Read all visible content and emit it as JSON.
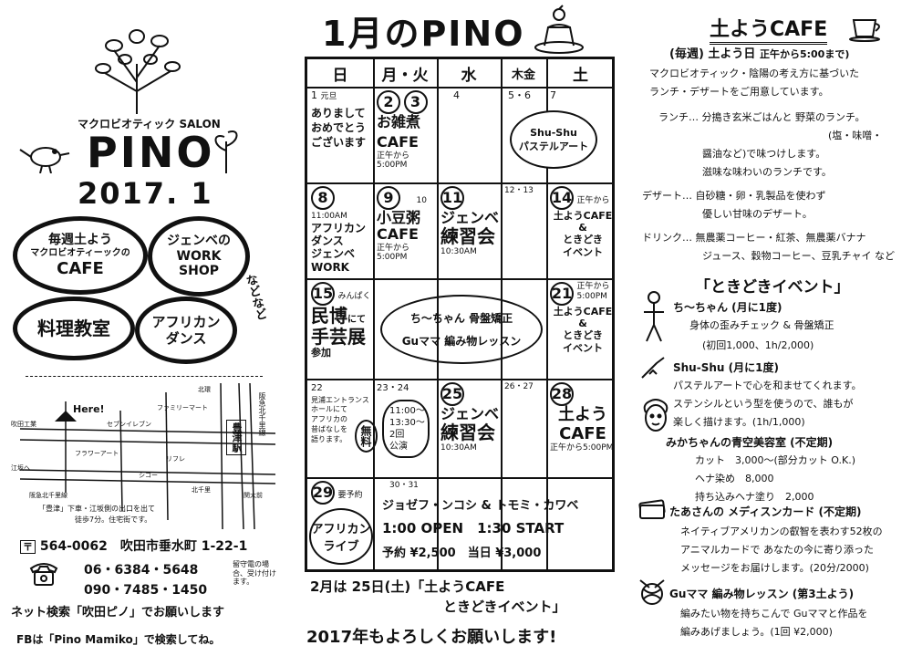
{
  "left": {
    "salon_label": "マクロビオティック SALON",
    "brand": "PINO",
    "year_month": "2017. 1",
    "bubbles": {
      "cafe": [
        "毎週土よう",
        "マクロビオティーックの",
        "CAFE"
      ],
      "djembe": [
        "ジェンベの",
        "WORK",
        "SHOP"
      ],
      "cooking": [
        "料理教室"
      ],
      "africa": [
        "アフリカン",
        "ダンス"
      ],
      "etc": "などなど"
    },
    "map": {
      "here": "Here!",
      "labels": [
        "セブンイレブン",
        "ファミリーマート",
        "北環",
        "吹田工業",
        "フラワーアート",
        "リフレ",
        "シコー",
        "北千里",
        "阪急北千里線",
        "豊津駅",
        "江坂へ",
        "阪急北千里線",
        "関大前"
      ],
      "station_note": "「豊津」下車・江坂側の出口を出て",
      "station_note2": "徒歩7分。住宅街です。"
    },
    "address": "564-0062　吹田市垂水町 1-22-1",
    "phone1": "06・6384・5648",
    "phone2": "090・7485・1450",
    "phone_note": "留守電の場合、受け付けます。",
    "net_search": "ネット検索「吹田ピノ」でお願いします",
    "fb": "FBは「Pino Mamiko」で検索してね。"
  },
  "mid": {
    "title": "1月のPINO",
    "days": [
      "日",
      "月・火",
      "水",
      "木金",
      "土"
    ],
    "cells": {
      "c1_num": "1",
      "c1_note": "元旦",
      "c1_text": [
        "ありまして",
        "おめでとう",
        "ございます"
      ],
      "c2_nums": [
        "2",
        "3"
      ],
      "c2_text": [
        "お雑煮",
        "CAFE"
      ],
      "c2_time": "正午から5:00PM",
      "c4_num": "4",
      "c5_num": "5・6",
      "c7_num": "7",
      "shushu": [
        "Shu-Shu",
        "パステルアート"
      ],
      "c8_num": "8",
      "c8_time": "11:00AM",
      "c8_text": [
        "アフリカン",
        "ダンス",
        "ジェンベ",
        "WORK"
      ],
      "c9_num": "9",
      "c10_num": "10",
      "c9_text": [
        "小豆粥",
        "CAFE"
      ],
      "c9_time": "正午から5:00PM",
      "c11_num": "11",
      "c11_text": [
        "ジェンベ",
        "練習会"
      ],
      "c11_time": "10:30AM",
      "c12_num": "12・13",
      "c14_num": "14",
      "c14_note": "正午から",
      "c14_text": [
        "土ようCAFE",
        "&",
        "ときどき",
        "イベント"
      ],
      "c15_num": "15",
      "c15_note": "みんぱく",
      "c15_text": [
        "民博",
        "にて",
        "手芸展",
        "参加"
      ],
      "bone": "ち〜ちゃん 骨盤矯正",
      "knit": "Guママ 編み物レッスン",
      "c21_num": "21",
      "c21_note": "正午から5:00PM",
      "c21_text": [
        "土ようCAFE",
        "&",
        "ときどき",
        "イベント"
      ],
      "c22_num": "22",
      "c22_text": [
        "見浦エントランス",
        "ホールにて",
        "アフリカの",
        "昔ばなしを",
        "語ります。"
      ],
      "c22_free": "無料",
      "c23_num": "23・24",
      "c23_times": [
        "11:00〜",
        "13:30〜",
        "2回",
        "公演"
      ],
      "c25_num": "25",
      "c25_text": [
        "ジェンベ",
        "練習会"
      ],
      "c25_time": "10:30AM",
      "c26_num": "26・27",
      "c28_num": "28",
      "c28_text": [
        "土よう",
        "CAFE"
      ],
      "c28_time": "正午から5:00PM",
      "c29_num": "29",
      "c29_note": "要予約",
      "c29_text": [
        "アフリカン",
        "ライブ"
      ],
      "c30_num": "30・31",
      "live_line1": "ジョゼフ・ンコシ & トモミ・カワベ",
      "live_line2": "1:00 OPEN　1:30 START",
      "live_line3": "予約 ¥2,500　当日 ¥3,000"
    },
    "footer1": "2月は 25日(土)「土ようCAFE",
    "footer2": "ときどきイベント」",
    "footer3": "2017年もよろしくお願いします!"
  },
  "right": {
    "title": "土ようCAFE",
    "weekly": "(毎週) 土よう日",
    "weekly_time": "正午から5:00まで)",
    "intro": [
      "マクロビオティック・陰陽の考え方に基づいた",
      "ランチ・デザートをご用意しています。"
    ],
    "lunch": [
      "ランチ… 分搗き玄米ごはんと 野菜のランチ。",
      "(塩・味噌・",
      "醤油など)で味つけします。",
      "滋味な味わいのランチです。"
    ],
    "dessert": [
      "デザート… 自砂糖・卵・乳製品を使わず",
      "優しい甘味のデザート。"
    ],
    "drink": [
      "ドリンク… 無農薬コーヒー・紅茶、無農薬バナナ",
      "ジュース、穀物コーヒー、豆乳チャイ など"
    ],
    "event_title": "「ときどきイベント」",
    "e1_name": "ち〜ちゃん (月に1度)",
    "e1_desc": [
      "身体の歪みチェック & 骨盤矯正",
      "(初回1,000、1h/2,000)"
    ],
    "e2_name": "Shu-Shu (月に1度)",
    "e2_desc": [
      "パステルアートで心を和ませてくれます。",
      "ステンシルという型を使うので、誰もが",
      "楽しく描けます。(1h/1,000)"
    ],
    "e3_name": "みかちゃんの青空美容室 (不定期)",
    "e3_desc": [
      "カット　3,000〜(部分カット O.K.)",
      "ヘナ染め　8,000",
      "持ち込みヘナ塗り　2,000"
    ],
    "e4_name": "たあさんの メディスンカード (不定期)",
    "e4_desc": [
      "ネイティブアメリカンの叡智を表わす52枚の",
      "アニマルカードで あなたの今に寄り添った",
      "メッセージをお届けします。(20分/2000)"
    ],
    "e5_name": "Guママ 編み物レッスン (第3土よう)",
    "e5_desc": [
      "編みたい物を持ちこんで Guママと作品を",
      "編みあげましょう。(1回 ¥2,000)"
    ]
  },
  "colors": {
    "ink": "#111111",
    "paper": "#ffffff"
  }
}
